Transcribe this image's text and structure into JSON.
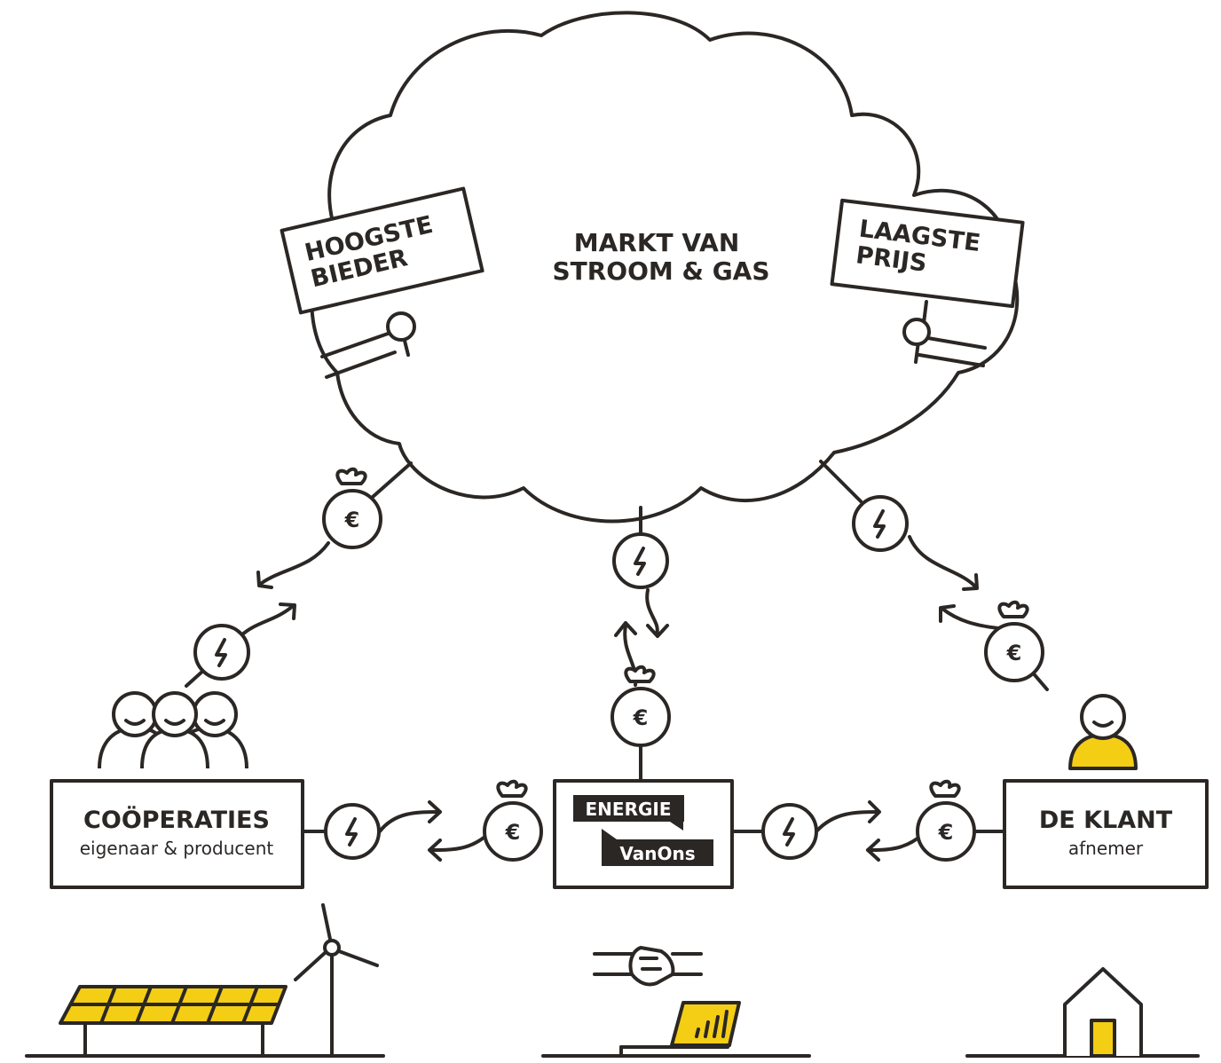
{
  "market": {
    "title_line1": "MARKT VAN",
    "title_line2": "STROOM & GAS",
    "sign_left_line1": "HOOGSTE",
    "sign_left_line2": "BIEDER",
    "sign_right_line1": "LAAGSTE",
    "sign_right_line2": "PRIJS"
  },
  "nodes": {
    "cooperaties": {
      "title": "COÖPERATIES",
      "subtitle": "eigenaar & producent"
    },
    "energie": {
      "logo_top": "ENERGIE",
      "logo_bottom": "VanOns"
    },
    "klant": {
      "title": "DE KLANT",
      "subtitle": "afnemer"
    }
  },
  "symbols": {
    "euro": "€"
  },
  "colors": {
    "ink": "#2b2725",
    "accent": "#f4cd15",
    "background": "#ffffff"
  },
  "icons": [
    "money-bag-euro-icon",
    "lightning-coin-icon",
    "people-icon",
    "person-icon",
    "solar-panel-icon",
    "wind-turbine-icon",
    "handshake-icon",
    "laptop-chart-icon",
    "house-icon"
  ]
}
